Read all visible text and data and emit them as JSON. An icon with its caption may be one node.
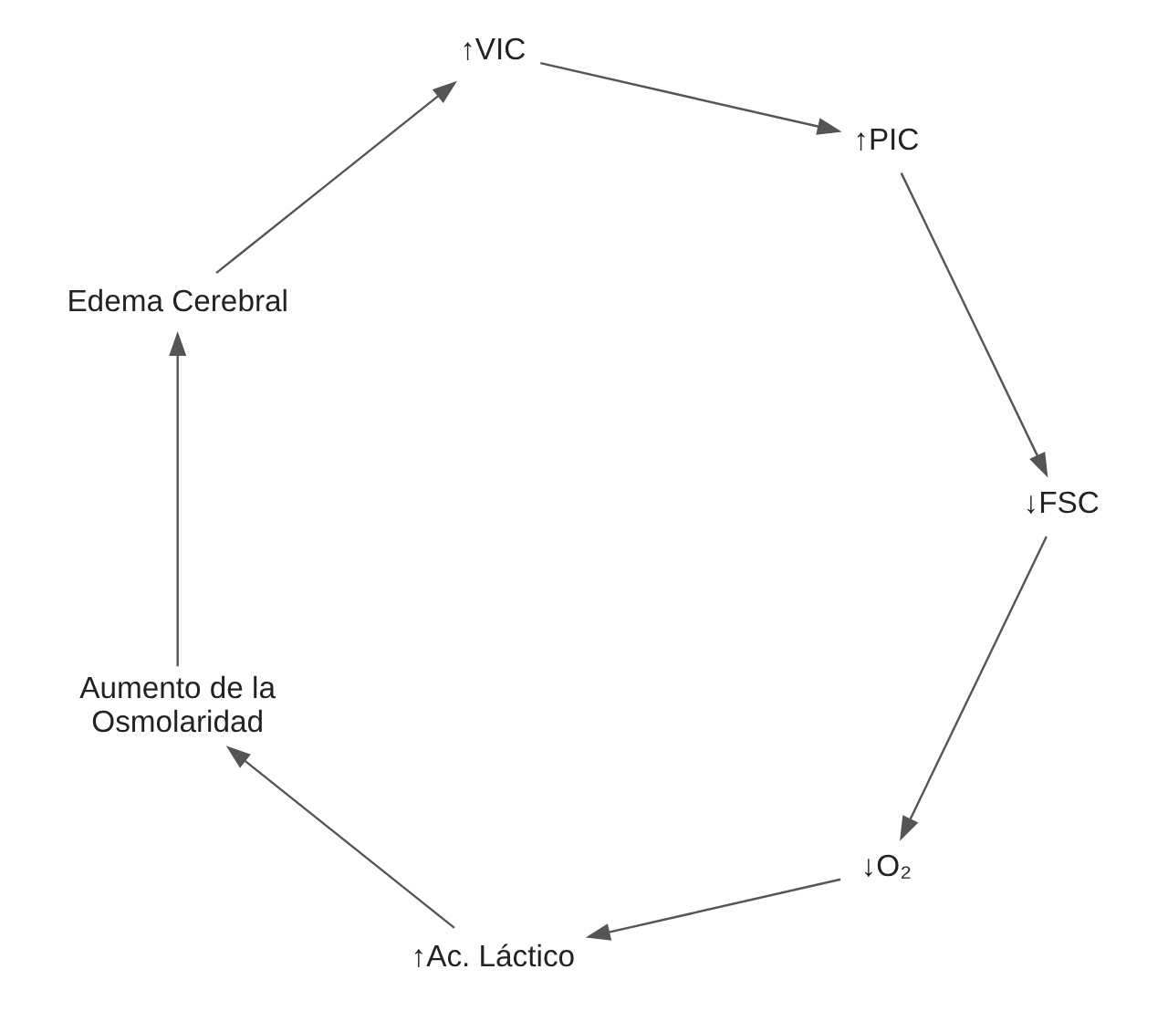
{
  "diagram": {
    "nodes": [
      {
        "text": [
          "↓O₂"
        ]
      },
      {
        "text": [
          "↑Ac. Láctico"
        ]
      },
      {
        "text": [
          "Aumento de la Osmolaridad"
        ]
      },
      {
        "text": [
          "Edema Cerebral"
        ]
      },
      {
        "text": [
          "↑VIC"
        ]
      },
      {
        "text": [
          "↑PIC"
        ]
      },
      {
        "text": [
          "↓FSC"
        ]
      }
    ],
    "edges": [
      {
        "from": 0,
        "to": 1,
        "arrow": "to"
      },
      {
        "from": 1,
        "to": 2,
        "arrow": "to"
      },
      {
        "from": 2,
        "to": 3,
        "arrow": "to"
      },
      {
        "from": 3,
        "to": 4,
        "arrow": "to"
      },
      {
        "from": 4,
        "to": 5,
        "arrow": "to"
      },
      {
        "from": 5,
        "to": 6,
        "arrow": "to"
      },
      {
        "from": 6,
        "to": 0,
        "arrow": "to"
      }
    ]
  }
}
